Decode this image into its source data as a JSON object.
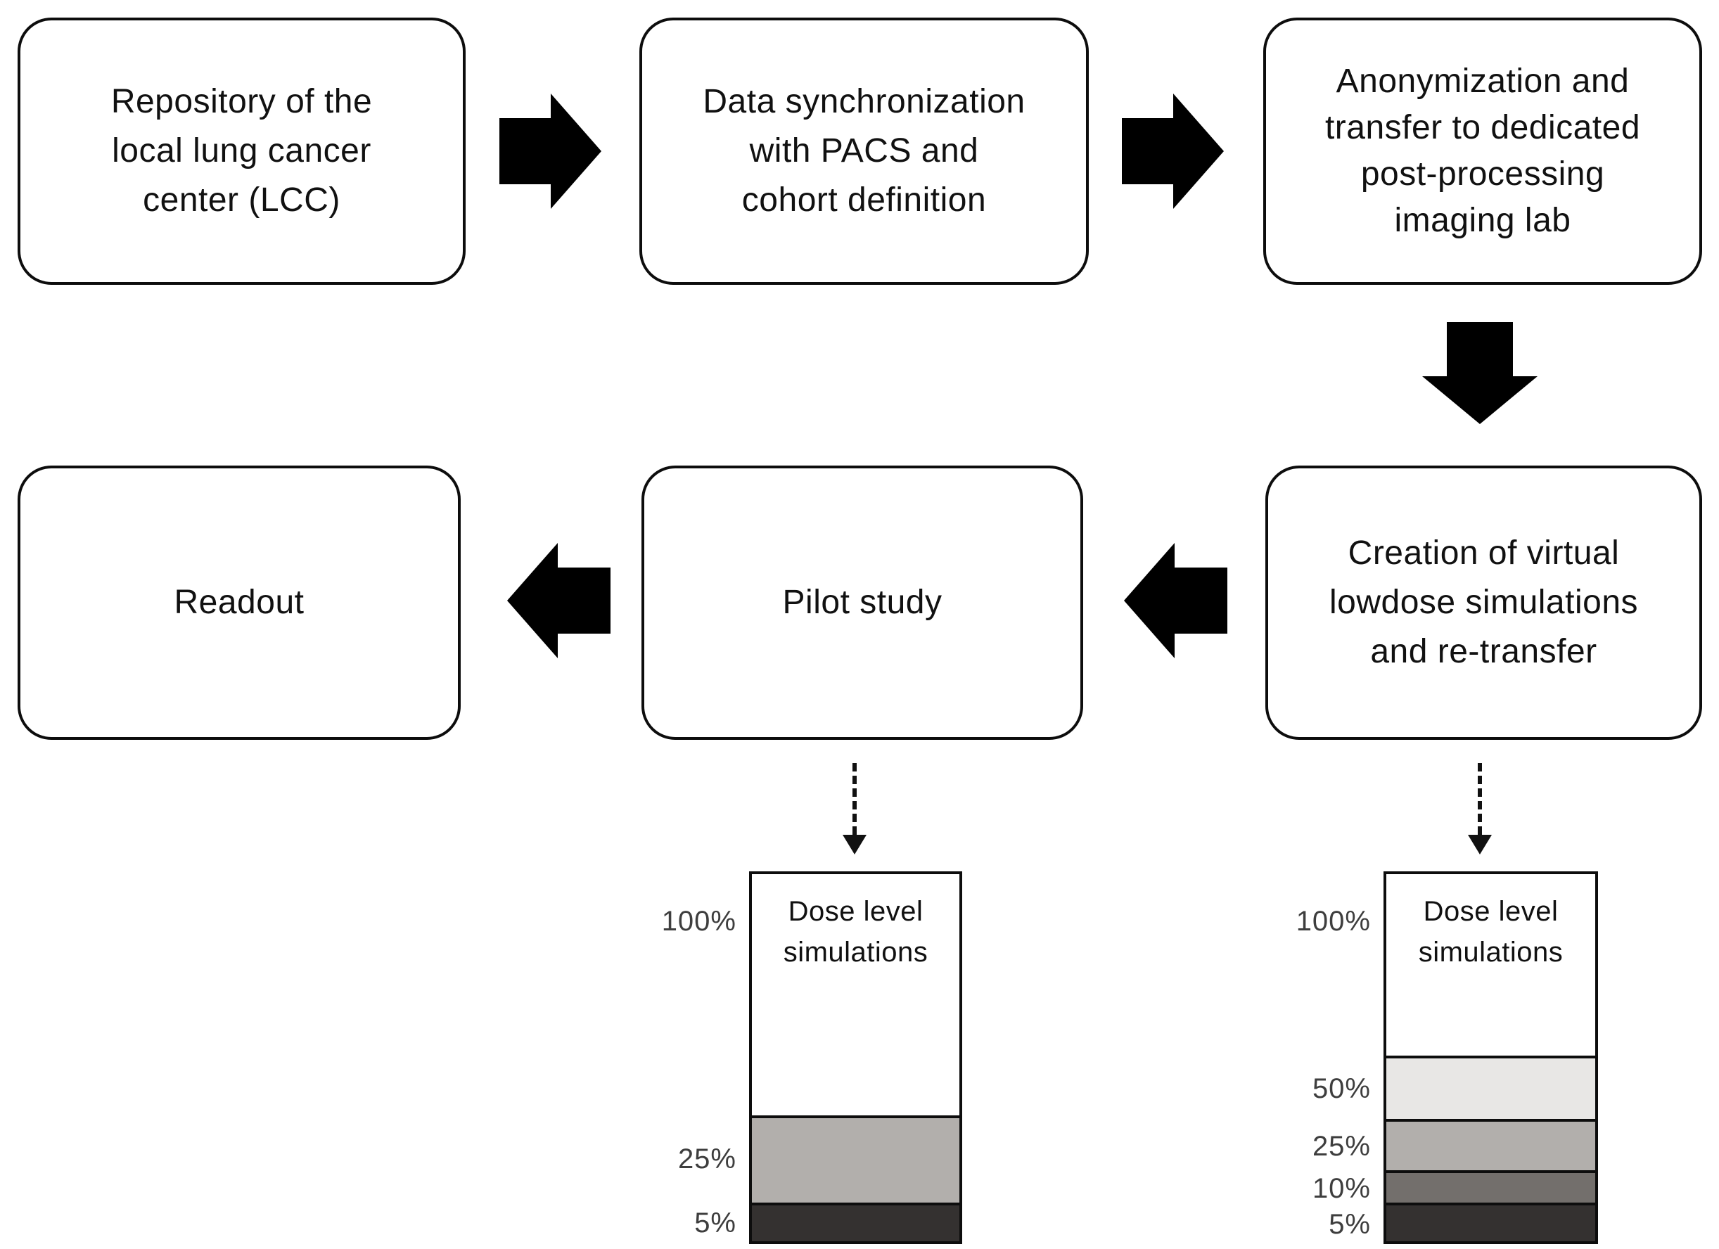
{
  "colors": {
    "ink": "#0d0d0d",
    "arrow": "#000000",
    "tick_label": "#3e3e3e",
    "dose_100": "#ffffff",
    "dose_50": "#e8e7e5",
    "dose_25": "#b2afac",
    "dose_10": "#736f6c",
    "dose_5": "#343130"
  },
  "flow": {
    "repository": "Repository of the\nlocal lung cancer\ncenter (LCC)",
    "sync": "Data synchronization\nwith PACS and\ncohort definition",
    "anonymization": "Anonymization and\ntransfer to dedicated\npost-processing\nimaging lab",
    "creation": "Creation of virtual\nlowdose simulations\nand re-transfer",
    "pilot": "Pilot study",
    "readout": "Readout"
  },
  "charts": {
    "left": {
      "title": "Dose level\nsimulations",
      "labels": {
        "p100": "100%",
        "p25": "25%",
        "p5": "5%"
      }
    },
    "right": {
      "title": "Dose level\nsimulations",
      "labels": {
        "p100": "100%",
        "p50": "50%",
        "p25": "25%",
        "p10": "10%",
        "p5": "5%"
      }
    }
  },
  "chart_data": [
    {
      "type": "bar",
      "subtype": "single-stacked-column",
      "title": "Dose level simulations",
      "linked_box": "Pilot study",
      "categories": [
        "100%",
        "25%",
        "5%"
      ],
      "values": [
        100,
        25,
        5
      ],
      "segment_colors": [
        "#ffffff",
        "#b2afac",
        "#343130"
      ],
      "legend_position": "left-axis-labels",
      "grid": false
    },
    {
      "type": "bar",
      "subtype": "single-stacked-column",
      "title": "Dose level simulations",
      "linked_box": "Creation of virtual lowdose simulations and re-transfer",
      "categories": [
        "100%",
        "50%",
        "25%",
        "10%",
        "5%"
      ],
      "values": [
        100,
        50,
        25,
        10,
        5
      ],
      "segment_colors": [
        "#ffffff",
        "#e8e7e5",
        "#b2afac",
        "#736f6c",
        "#343130"
      ],
      "legend_position": "left-axis-labels",
      "grid": false
    }
  ]
}
